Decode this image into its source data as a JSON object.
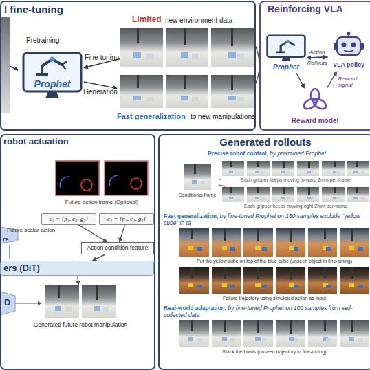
{
  "diagram": {
    "nodes": [
      {
        "text": [
          "l fine-tuning"
        ]
      },
      {
        "text": [
          "Prophet"
        ],
        "in": 0
      },
      {
        "text": [
          "Limited",
          "new environment data"
        ],
        "in": 0
      },
      {
        "text": [
          "Fast generalization",
          "to new manipulations"
        ],
        "in": 0
      },
      {
        "text": [
          "Reinforcing VLA"
        ]
      },
      {
        "text": [
          "Prophet"
        ],
        "in": 4
      },
      {
        "text": [
          "VLA policy"
        ],
        "in": 4
      },
      {
        "text": [
          "Reward model"
        ],
        "in": 4
      },
      {
        "text": [
          "robot actuation"
        ]
      },
      {
        "text": [
          "Future action frame (Optional)"
        ],
        "in": 8
      },
      {
        "text": [
          "c₃ = [p₃, e₃, g₃]"
        ],
        "in": 8
      },
      {
        "text": [
          "c₄ = [p₄, e₄, g₄]"
        ],
        "in": 8
      },
      {
        "text": [
          "Action condition feature"
        ],
        "in": 8
      },
      {
        "text": [
          "ers (DiT)"
        ],
        "in": 8
      },
      {
        "text": [
          "Generated future robot manipulation"
        ],
        "in": 8
      },
      {
        "text": [
          "Generated rollouts"
        ]
      },
      {
        "text": [
          "Conditional frame"
        ],
        "in": 15
      },
      {
        "text": [
          "Each gripper keeps moving forward 2mm per-frame"
        ],
        "in": 15
      },
      {
        "text": [
          "Each gripper keeps moving right 2mm per-frame"
        ],
        "in": 15
      },
      {
        "text": [
          "Put the yellow cube on top of the blue cube (unseen object in fine-tuning)"
        ],
        "in": 15
      },
      {
        "text": [
          "Failure trajectory using simulated action as input"
        ],
        "in": 15
      },
      {
        "text": [
          "Stack the bowls (unseen trajectory in fine-tuning)"
        ],
        "in": 15
      }
    ],
    "edges": [
      {
        "from": 2,
        "to": 1,
        "label": "Fine-tuning",
        "arrow": "to"
      },
      {
        "from": 1,
        "to": 3,
        "label": "Generation",
        "arrow": "to"
      },
      {
        "from": 6,
        "to": 5,
        "label": "Action",
        "arrow": "to"
      },
      {
        "from": 5,
        "to": 6,
        "label": "Rollouts",
        "arrow": "to"
      },
      {
        "from": 5,
        "to": 7,
        "arrow": "to"
      },
      {
        "from": 7,
        "to": 6,
        "label": "Reward signal",
        "arrow": "to"
      },
      {
        "from": 10,
        "to": 12,
        "arrow": "to"
      },
      {
        "from": 11,
        "to": 12,
        "arrow": "to"
      },
      {
        "from": 12,
        "to": 13,
        "arrow": "to"
      },
      {
        "from": 13,
        "to": 14,
        "arrow": "to"
      },
      {
        "from": 16,
        "to": 17,
        "arrow": "none"
      },
      {
        "from": 16,
        "to": 18,
        "arrow": "none"
      }
    ],
    "labels": [
      "Pretraining",
      "Future scalar action",
      "re",
      "D",
      "Precise robot control,",
      "by pretrained Prophet",
      "Fast generalization,",
      "by fine-tuned Prophet on 150 samples exclude “yellow cube” in ta",
      "Real-world adaptation,",
      "by fine-tuned Prophet on 100 samples from self-collected data"
    ]
  }
}
